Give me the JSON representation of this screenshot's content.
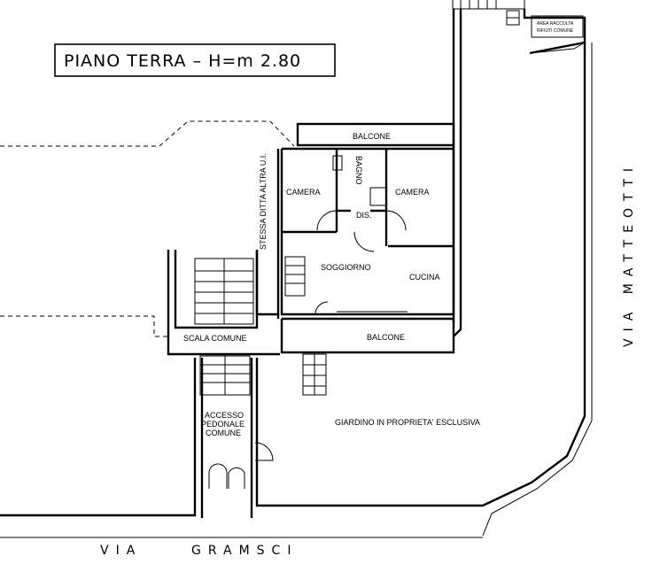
{
  "title": "PIANO TERRA  –  H=m  2.80",
  "rooms": {
    "balcone_top": "BALCONE",
    "camera_left": "CAMERA",
    "bagno": "BAGNO",
    "camera_right": "CAMERA",
    "dis": "DIS.",
    "soggiorno": "SOGGIORNO",
    "cucina": "CUCINA",
    "scala_comune": "SCALA COMUNE",
    "balcone_bottom": "BALCONE"
  },
  "annotations": {
    "stessa_ditta": "STESSA DITTA ALTRA U.I.",
    "accesso_line1": "ACCESSO",
    "accesso_line2": "PEDONALE",
    "accesso_line3": "COMUNE",
    "giardino": "GIARDINO IN PROPRIETA' ESCLUSIVA",
    "area_raccolta_1": "AREA RACCOLTA",
    "area_raccolta_2": "RIFIUTI COMUNE"
  },
  "streets": {
    "matteotti": "VIA  MATTEOTTI",
    "gramsci_via": "VIA",
    "gramsci_name": "GRAMSCI"
  }
}
